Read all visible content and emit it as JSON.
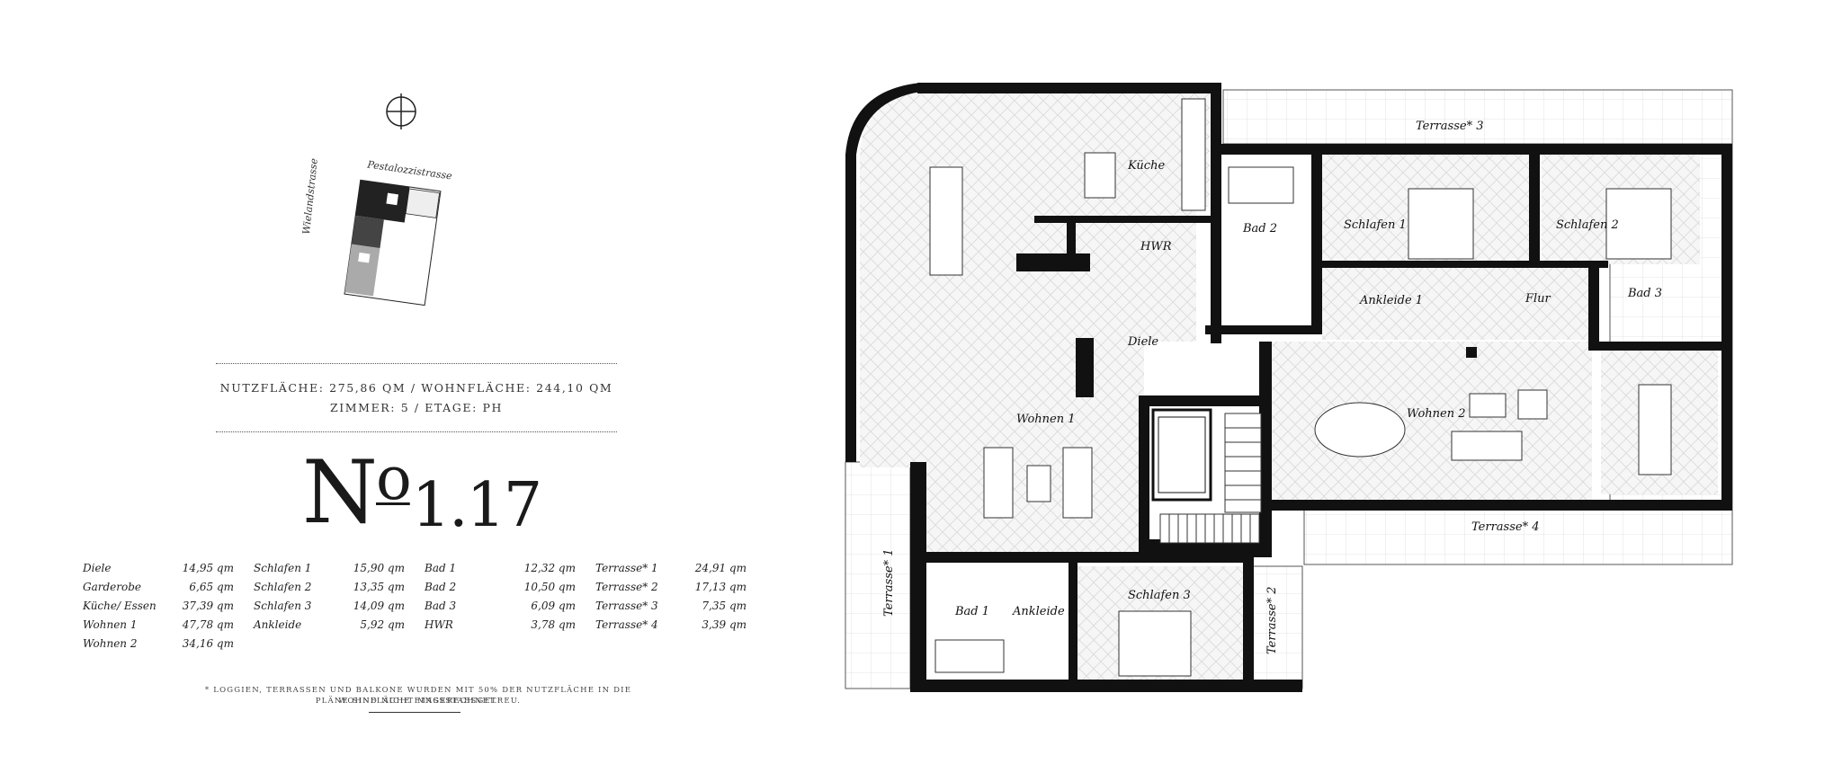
{
  "site_plan": {
    "street_top": "Pestalozzistrasse",
    "street_left": "Wielandstrasse"
  },
  "summary": {
    "line1": "NUTZFLÄCHE: 275,86 QM / WOHNFLÄCHE: 244,10 QM",
    "line2": "ZIMMER: 5 / ETAGE: PH"
  },
  "unit": {
    "prefix": "N",
    "sup": "o",
    "number": "1.17"
  },
  "areas": [
    [
      {
        "name": "Diele",
        "value": "14,95 qm"
      },
      {
        "name": "Garderobe",
        "value": "6,65 qm"
      },
      {
        "name": "Küche/ Essen",
        "value": "37,39 qm"
      },
      {
        "name": "Wohnen 1",
        "value": "47,78 qm"
      },
      {
        "name": "Wohnen 2",
        "value": "34,16 qm"
      }
    ],
    [
      {
        "name": "Schlafen 1",
        "value": "15,90 qm"
      },
      {
        "name": "Schlafen 2",
        "value": "13,35 qm"
      },
      {
        "name": "Schlafen 3",
        "value": "14,09 qm"
      },
      {
        "name": "Ankleide",
        "value": "5,92 qm"
      }
    ],
    [
      {
        "name": "Bad 1",
        "value": "12,32 qm"
      },
      {
        "name": "Bad 2",
        "value": "10,50 qm"
      },
      {
        "name": "Bad 3",
        "value": "6,09 qm"
      },
      {
        "name": "HWR",
        "value": "3,78 qm"
      }
    ],
    [
      {
        "name": "Terrasse* 1",
        "value": "24,91 qm"
      },
      {
        "name": "Terrasse* 2",
        "value": "17,13 qm"
      },
      {
        "name": "Terrasse* 3",
        "value": "7,35 qm"
      },
      {
        "name": "Terrasse* 4",
        "value": "3,39 qm"
      }
    ]
  ],
  "footnote": {
    "line1": "* LOGGIEN, TERRASSEN UND BALKONE WURDEN MIT 50% DER NUTZFLÄCHE IN DIE WOHNFLÄCHE EINGERECHNET.",
    "line2": "PLÄNE SIND NICHT MASSSTABSGETREU."
  },
  "plan_labels": {
    "kueche": "Küche",
    "hwr": "HWR",
    "bad2": "Bad 2",
    "schlafen1": "Schlafen 1",
    "schlafen2": "Schlafen 2",
    "ankleide1": "Ankleide 1",
    "flur": "Flur",
    "bad3": "Bad 3",
    "diele": "Diele",
    "wohnen1": "Wohnen 1",
    "wohnen2": "Wohnen 2",
    "terrasse1": "Terrasse* 1",
    "terrasse2": "Terrasse* 2",
    "terrasse3": "Terrasse* 3",
    "terrasse4": "Terrasse* 4",
    "bad1": "Bad 1",
    "ankleide2": "Ankleide 2",
    "schlafen3": "Schlafen 3"
  }
}
